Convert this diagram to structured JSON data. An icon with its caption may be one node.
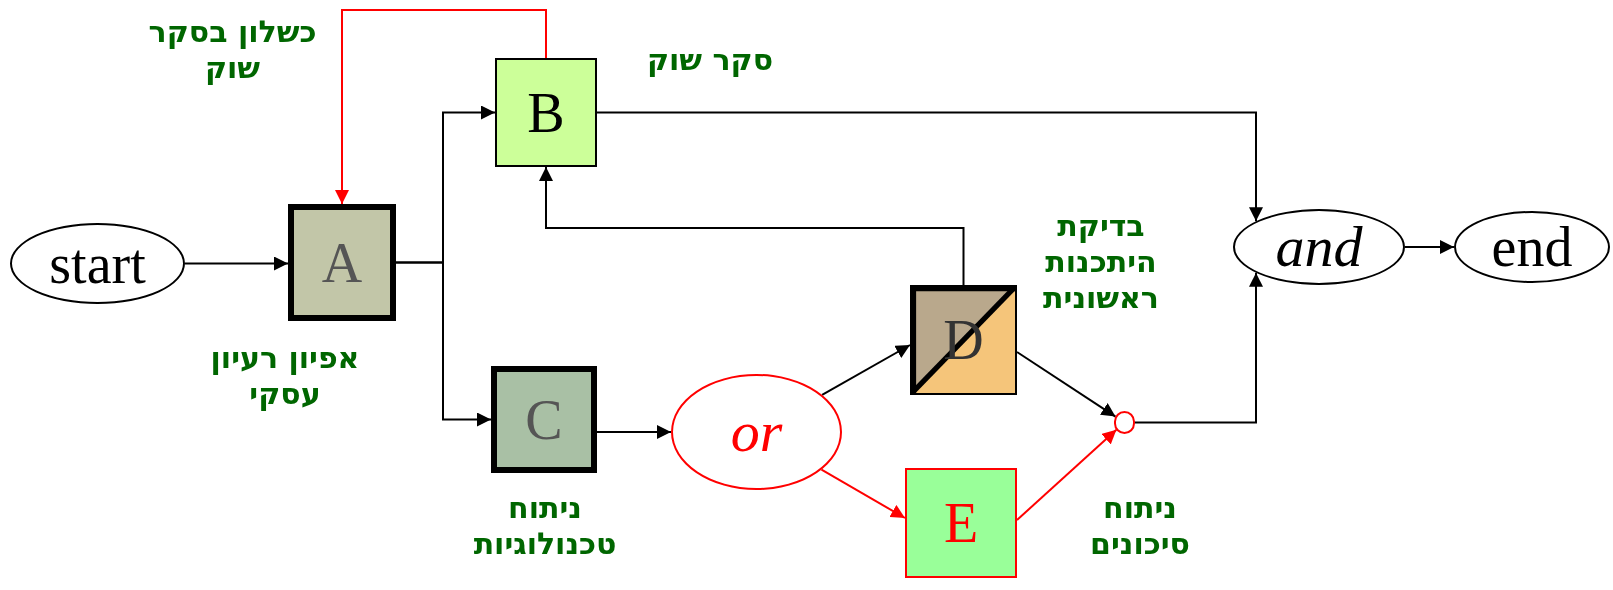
{
  "diagram": {
    "nodes": [
      {
        "text": [
          "start"
        ]
      },
      {
        "text": [
          "A"
        ],
        "beside": [
          "אפיון רעיון עסקי"
        ]
      },
      {
        "text": [
          "B"
        ],
        "beside": [
          "סקר שוק"
        ]
      },
      {
        "text": [
          "C"
        ],
        "beside": [
          "ניתוח טכנולוגיות"
        ]
      },
      {
        "text": [
          "or"
        ]
      },
      {
        "text": [
          "D"
        ],
        "beside": [
          "בדיקת היתכנות ראשונית"
        ]
      },
      {
        "text": [
          "E"
        ],
        "beside": [
          "ניתוח סיכונים"
        ]
      },
      {
        "text": [],
        "shape": "circle"
      },
      {
        "text": [
          "and"
        ]
      },
      {
        "text": [
          "end"
        ]
      }
    ],
    "edges": [
      {
        "from": 0,
        "to": 1,
        "arrow": "to"
      },
      {
        "from": 1,
        "to": 2,
        "arrow": "to"
      },
      {
        "from": 1,
        "to": 3,
        "arrow": "to"
      },
      {
        "from": 2,
        "to": 8,
        "arrow": "to"
      },
      {
        "from": 3,
        "to": 4,
        "arrow": "to"
      },
      {
        "from": 4,
        "to": 5,
        "arrow": "to"
      },
      {
        "from": 4,
        "to": 6,
        "arrow": "to",
        "color": "#ff0000"
      },
      {
        "from": 5,
        "to": 7,
        "arrow": "to"
      },
      {
        "from": 6,
        "to": 7,
        "arrow": "to",
        "color": "#ff0000"
      },
      {
        "from": 7,
        "to": 8,
        "arrow": "to"
      },
      {
        "from": 8,
        "to": 9,
        "arrow": "to"
      },
      {
        "from": 5,
        "to": 2,
        "arrow": "to"
      },
      {
        "from": 2,
        "to": 1,
        "arrow": "to",
        "color": "#ff0000",
        "label": "כשלון בסקר שוק"
      }
    ]
  }
}
